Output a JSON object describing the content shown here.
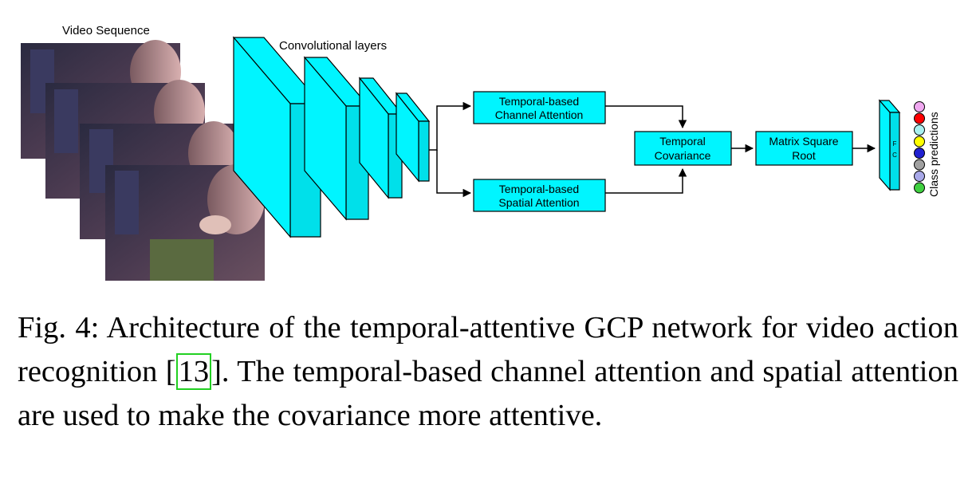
{
  "figure": {
    "video_label": "Video Sequence",
    "conv_label": "Convolutional layers",
    "channel_attention": [
      "Temporal-based",
      "Channel Attention"
    ],
    "spatial_attention": [
      "Temporal-based",
      "Spatial Attention"
    ],
    "covariance": [
      "Temporal",
      "Covariance"
    ],
    "sqrt": [
      "Matrix Square",
      "Root"
    ],
    "fc": [
      "F",
      "C"
    ],
    "class_label": "Class predictions",
    "class_colors": [
      "#f0a8f0",
      "#ff0000",
      "#a8f0f0",
      "#ffff00",
      "#2020d0",
      "#a0a0a0",
      "#a8a8e8",
      "#40d040"
    ],
    "box_color": "#00f5ff"
  },
  "caption": {
    "lead": "Fig. 4: Architecture of the temporal-attentive GCP network for video action recognition [",
    "ref": "13",
    "tail": "]. The temporal-based channel attention and spatial attention are used to make the covariance more attentive."
  }
}
